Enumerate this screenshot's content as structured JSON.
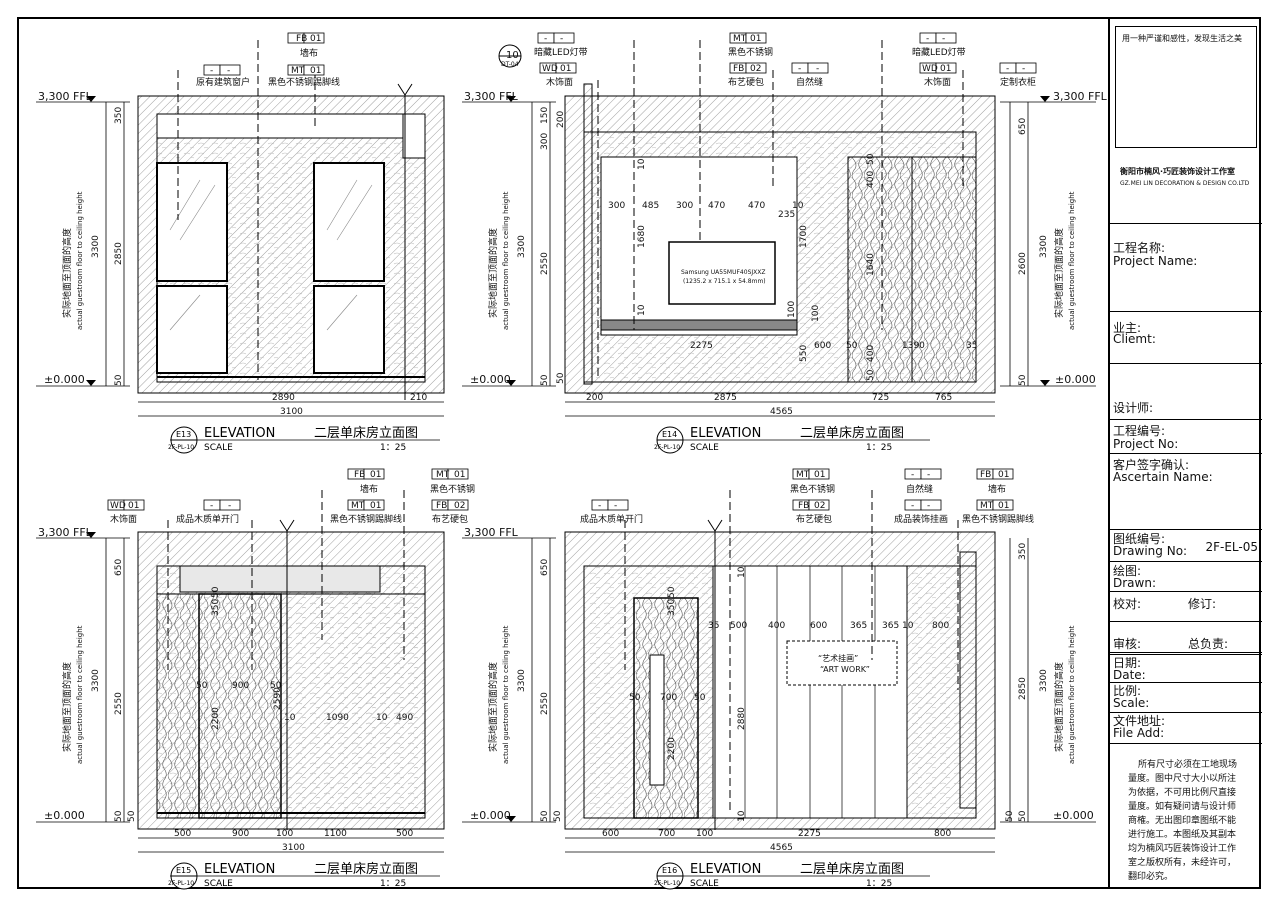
{
  "titleblock": {
    "slogan": "用一种严谨和感性，发现生活之美",
    "studio_cn": "衡阳市楠风·巧匠装饰设计工作室",
    "studio_en": "GZ.MEI LIN DECORATION & DESIGN CO.LTD",
    "project_name_cn": "工程名称:",
    "project_name_en": "Project Name:",
    "client_cn": "业主:",
    "client_en": "Cliemt:",
    "designer": "设计师:",
    "project_no_cn": "工程编号:",
    "project_no_en": "Project No:",
    "ascertain_cn": "客户签字确认:",
    "ascertain_en": "Ascertain Name:",
    "drawing_no_cn": "图纸编号:",
    "drawing_no_en": "Drawing No:",
    "drawing_no_value": "2F-EL-05",
    "drawn_cn": "绘图:",
    "drawn_en": "Drawn:",
    "check": "校对:",
    "revise": "修订:",
    "audit": "审核:",
    "chief": "总负责:",
    "date_cn": "日期:",
    "date_en": "Date:",
    "scale_cn": "比例:",
    "scale_en": "Scale:",
    "file_cn": "文件地址:",
    "file_en": "File Add:",
    "notes": [
      "所有尺寸必须在工地现场",
      "量度。图中尺寸大小以所注",
      "为依据，不可用比例尺直接",
      "量度。如有疑问请与设计师",
      "商榷。无出图印章图纸不能",
      "进行施工。本图纸及其副本",
      "均为楠风巧匠装饰设计工作",
      "室之版权所有，未经许可，",
      "翻印必究。"
    ]
  },
  "common": {
    "elevation": "ELEVATION",
    "scale_word": "SCALE",
    "title_cn": "二层单床房立面图",
    "scale_value": "1：25",
    "level_top": "3,300 FFL",
    "level_bottom": "±0.000",
    "height_cn": "实际地面至顶面的高度",
    "height_en": "actual guestroom floor to ceiling height",
    "height_total": "3300",
    "sheet_ref": "2F-PL-10",
    "dash": "-"
  },
  "views": {
    "e13": {
      "tag": "E13",
      "tags": [
        {
          "code": "FB",
          "num": "01",
          "text": "墙布"
        },
        {
          "code": "-",
          "num": "-",
          "text": "原有建筑窗户"
        },
        {
          "code": "MT",
          "num": "01",
          "text": "黑色不锈钢踢脚线"
        }
      ],
      "dims_v": [
        "350",
        "2850",
        "50"
      ],
      "dims_h_top": [
        "2890",
        "210"
      ],
      "dims_h_total": "3100"
    },
    "e14": {
      "tag": "E14",
      "callout_num": "10",
      "callout_ref": "DT-04",
      "tags": [
        {
          "code": "-",
          "num": "-",
          "text": "暗藏LED灯带"
        },
        {
          "code": "MT",
          "num": "01",
          "text": "黑色不锈钢"
        },
        {
          "code": "-",
          "num": "-",
          "text": "暗藏LED灯带"
        },
        {
          "code": "WD",
          "num": "01",
          "text": "木饰面"
        },
        {
          "code": "FB",
          "num": "02",
          "text": "布艺硬包"
        },
        {
          "code": "-",
          "num": "-",
          "text": "自然缝"
        },
        {
          "code": "WD",
          "num": "01",
          "text": "木饰面"
        },
        {
          "code": "-",
          "num": "-",
          "text": "定制衣柜"
        }
      ],
      "tv_label": [
        "Samsung UA55MUF40SJXXZ",
        "(1235.2 x 715.1 x 54.8mm)"
      ],
      "dims_v_left": [
        "150",
        "300",
        "200",
        "2550",
        "50",
        "50"
      ],
      "dims_v_right": [
        "650",
        "2600",
        "50"
      ],
      "dims_inner": [
        "10",
        "300",
        "485",
        "300",
        "470",
        "470",
        "10",
        "235",
        "1680",
        "1700",
        "100",
        "10",
        "100",
        "550",
        "2275",
        "600",
        "50",
        "1390",
        "35",
        "400",
        "400",
        "1640",
        "50",
        "50"
      ],
      "dims_h_bottom": [
        "200",
        "2875",
        "725",
        "765"
      ],
      "dims_h_total": "4565"
    },
    "e15": {
      "tag": "E15",
      "tags": [
        {
          "code": "WD",
          "num": "01",
          "text": "木饰面"
        },
        {
          "code": "-",
          "num": "-",
          "text": "成品木质单开门"
        },
        {
          "code": "FB",
          "num": "01",
          "text": "墙布"
        },
        {
          "code": "MT",
          "num": "01",
          "text": "黑色不锈钢踢脚线"
        },
        {
          "code": "MT",
          "num": "01",
          "text": "黑色不锈钢"
        },
        {
          "code": "FB",
          "num": "02",
          "text": "布艺硬包"
        }
      ],
      "dims_v": [
        "650",
        "2550",
        "50",
        "50"
      ],
      "dims_inner": [
        "350",
        "50",
        "50",
        "900",
        "50",
        "2200",
        "2590",
        "10",
        "1090",
        "10",
        "490"
      ],
      "dims_h_bottom": [
        "500",
        "900",
        "100",
        "1100",
        "500"
      ],
      "dims_h_total": "3100"
    },
    "e16": {
      "tag": "E16",
      "tags": [
        {
          "code": "-",
          "num": "-",
          "text": "成品木质单开门"
        },
        {
          "code": "MT",
          "num": "01",
          "text": "黑色不锈钢"
        },
        {
          "code": "FB",
          "num": "02",
          "text": "布艺硬包"
        },
        {
          "code": "-",
          "num": "-",
          "text": "自然缝"
        },
        {
          "code": "-",
          "num": "-",
          "text": "成品装饰挂画"
        },
        {
          "code": "FB",
          "num": "01",
          "text": "墙布"
        },
        {
          "code": "MT",
          "num": "01",
          "text": "黑色不锈钢踢脚线"
        }
      ],
      "art_label": [
        "“艺术挂画”",
        "“ART WORK”"
      ],
      "dims_v_left": [
        "650",
        "2550",
        "50",
        "50"
      ],
      "dims_v_right": [
        "350",
        "2850",
        "50",
        "50"
      ],
      "dims_inner": [
        "350",
        "50",
        "50",
        "700",
        "50",
        "2200",
        "10",
        "35",
        "500",
        "400",
        "600",
        "365",
        "365",
        "10",
        "800",
        "2880",
        "10"
      ],
      "dims_h_bottom": [
        "600",
        "700",
        "100",
        "2275",
        "800"
      ],
      "dims_h_total": "4565"
    }
  }
}
